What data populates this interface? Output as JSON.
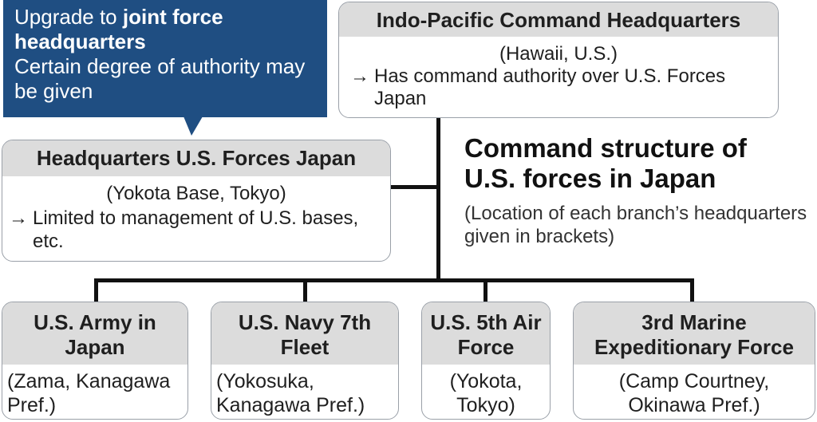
{
  "callout": {
    "line1_prefix": "Upgrade to ",
    "line1_bold": "joint force headquarters",
    "line2": "Certain degree of authority may be given",
    "color": "#1f4e82"
  },
  "indopacom": {
    "title": "Indo-Pacific Command Headquarters",
    "location": "(Hawaii, U.S.)",
    "note": "Has command authority over U.S. Forces Japan"
  },
  "usfj": {
    "title": "Headquarters U.S. Forces Japan",
    "location": "(Yokota Base, Tokyo)",
    "note": "Limited to management of U.S. bases, etc."
  },
  "diagram_title": "Command structure of U.S. forces in Japan",
  "diagram_subtitle": "(Location of each branch’s headquarters given in brackets)",
  "arrow_glyph": "→",
  "branches": [
    {
      "name": "U.S. Army in Japan",
      "location": "(Zama, Kanagawa Pref.)"
    },
    {
      "name": "U.S. Navy 7th Fleet",
      "location": "(Yokosuka, Kanagawa Pref.)"
    },
    {
      "name": "U.S. 5th Air Force",
      "location": "(Yokota, Tokyo)"
    },
    {
      "name": "3rd Marine Expeditionary Force",
      "location": "(Camp Courtney, Okinawa Pref.)"
    }
  ],
  "colors": {
    "header_fill": "#dcdcdc",
    "border": "#9aa0a8",
    "callout": "#1f4e82"
  }
}
